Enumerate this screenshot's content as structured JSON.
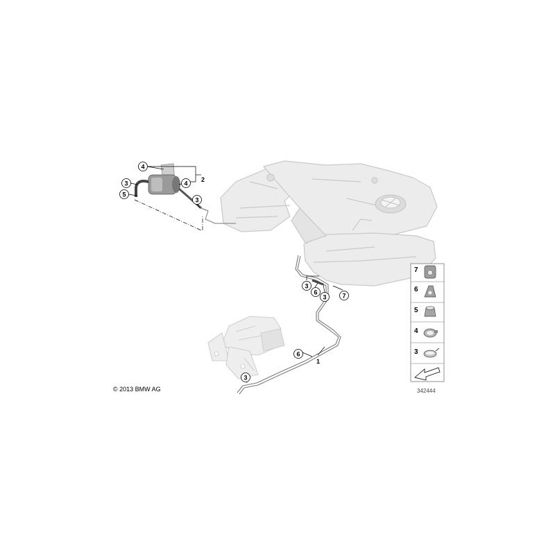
{
  "callouts": {
    "c2": "2",
    "c1": "1",
    "c4a": "4",
    "c3a": "3",
    "c5a": "5",
    "c4b": "4",
    "c3b": "3",
    "c3c": "3",
    "c6a": "6",
    "c3d": "3",
    "c7a": "7",
    "c6b": "6",
    "c3e": "3"
  },
  "legend": [
    {
      "num": "7",
      "icon": "clip-icon"
    },
    {
      "num": "6",
      "icon": "holder-icon"
    },
    {
      "num": "5",
      "icon": "grommet-icon"
    },
    {
      "num": "4",
      "icon": "hose-clamp-icon"
    },
    {
      "num": "3",
      "icon": "spring-clamp-icon"
    }
  ],
  "copyright": "© 2013 BMW AG",
  "diagram_id": "342444"
}
